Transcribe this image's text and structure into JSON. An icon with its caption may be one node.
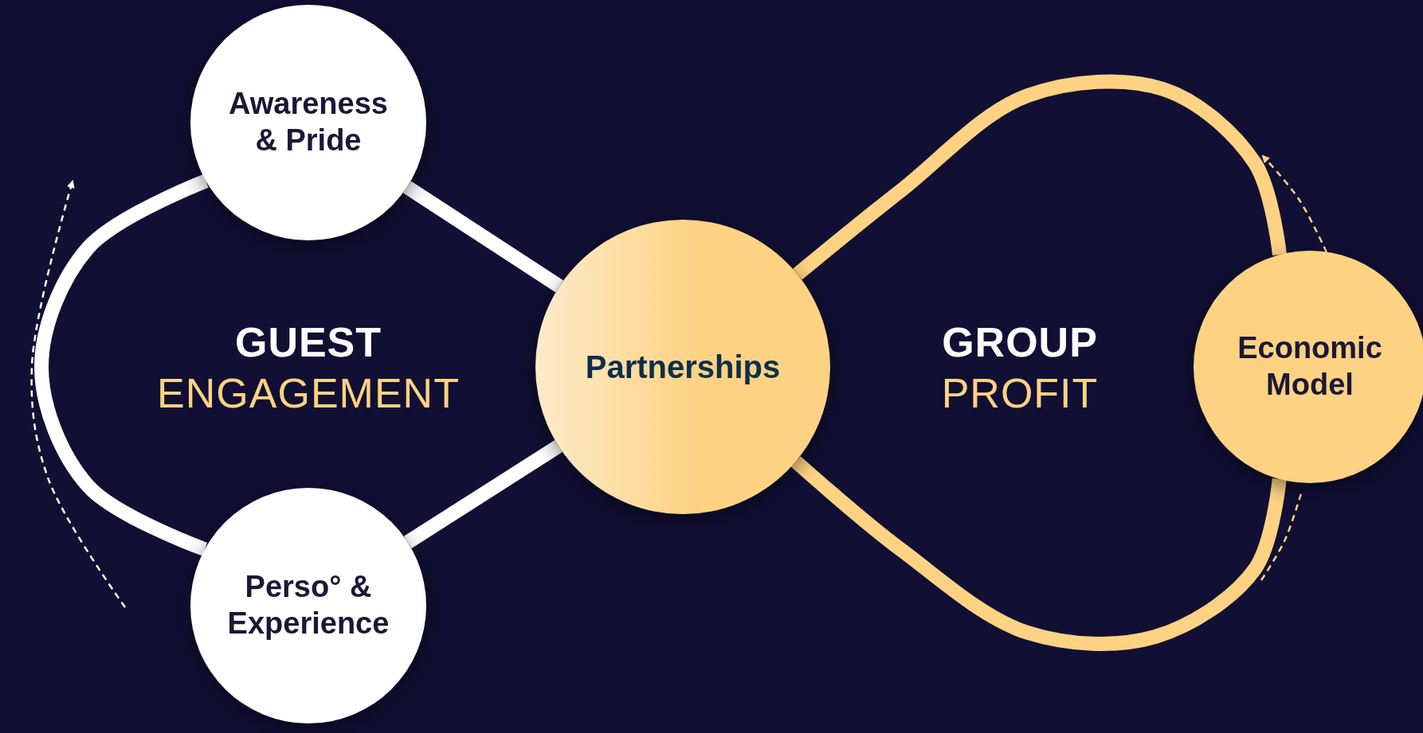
{
  "diagram": {
    "nodes": [
      {
        "text": [
          "Awareness & Pride"
        ]
      },
      {
        "text": [
          "Partnerships"
        ]
      },
      {
        "text": [
          "Perso° & Experience"
        ]
      },
      {
        "text": [
          "Economic Model"
        ]
      }
    ],
    "edges": [
      {
        "from": 0,
        "to": 1,
        "arrow": "none"
      },
      {
        "from": 1,
        "to": 2,
        "arrow": "none"
      },
      {
        "from": 2,
        "to": 0,
        "arrow": "none"
      },
      {
        "from": 1,
        "to": 3,
        "arrow": "none",
        "color": "#fdd283"
      },
      {
        "from": 3,
        "to": 1,
        "arrow": "none",
        "color": "#fdd283"
      }
    ],
    "labels": [
      "GUEST",
      "ENGAGEMENT",
      "GROUP",
      "PROFIT"
    ]
  }
}
